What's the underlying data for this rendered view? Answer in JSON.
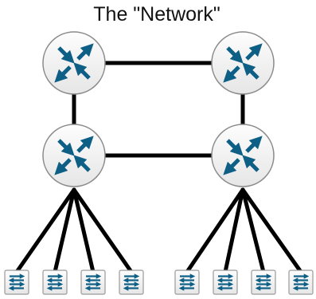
{
  "title": "The \"Network\"",
  "colors": {
    "link": "#000000",
    "device_fill": "#f1f1f1",
    "device_outline": "#8a8a8a",
    "arrow": "#0e5f86"
  },
  "icons": {
    "router": "router-icon",
    "switch": "switch-icon"
  },
  "routers": [
    {
      "id": "router-top-left"
    },
    {
      "id": "router-top-right"
    },
    {
      "id": "router-mid-left"
    },
    {
      "id": "router-mid-right"
    }
  ],
  "switches": [
    {
      "id": "switch-1"
    },
    {
      "id": "switch-2"
    },
    {
      "id": "switch-3"
    },
    {
      "id": "switch-4"
    },
    {
      "id": "switch-5"
    },
    {
      "id": "switch-6"
    },
    {
      "id": "switch-7"
    },
    {
      "id": "switch-8"
    }
  ]
}
